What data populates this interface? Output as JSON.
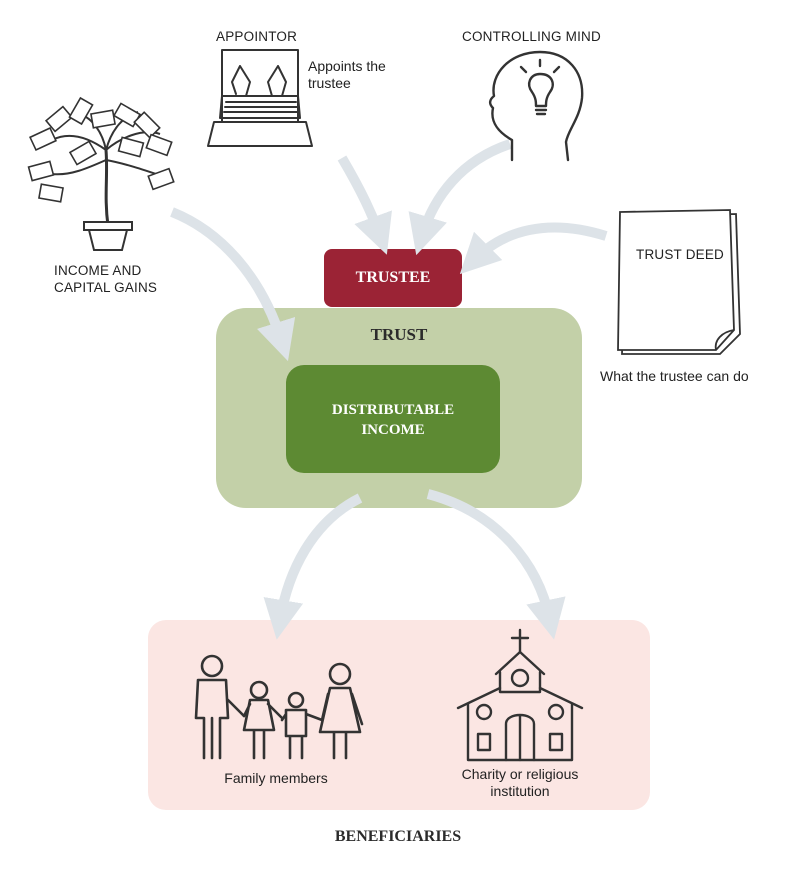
{
  "appointor": {
    "title": "APPOINTOR",
    "note": "Appoints the trustee",
    "icon": "laptop-typing-icon"
  },
  "controlling_mind": {
    "title": "CONTROLLING MIND",
    "icon": "head-lightbulb-icon"
  },
  "income": {
    "title": "INCOME AND CAPITAL GAINS",
    "icon": "money-tree-icon"
  },
  "trust_deed": {
    "title": "TRUST DEED",
    "note": "What the trustee can do",
    "icon": "document-icon"
  },
  "trustee": {
    "label": "TRUSTEE",
    "color": "#9b2335"
  },
  "trust": {
    "label": "TRUST",
    "color": "#c3d0a8"
  },
  "distributable": {
    "label": "DISTRIBUTABLE INCOME",
    "color": "#5d8a33"
  },
  "beneficiaries": {
    "title": "BENEFICIARIES",
    "color": "#fbe6e3",
    "family": {
      "label": "Family members",
      "icon": "family-icon"
    },
    "charity": {
      "label": "Charity or religious institution",
      "icon": "church-icon"
    }
  },
  "arrow_color": "#dde3e8"
}
